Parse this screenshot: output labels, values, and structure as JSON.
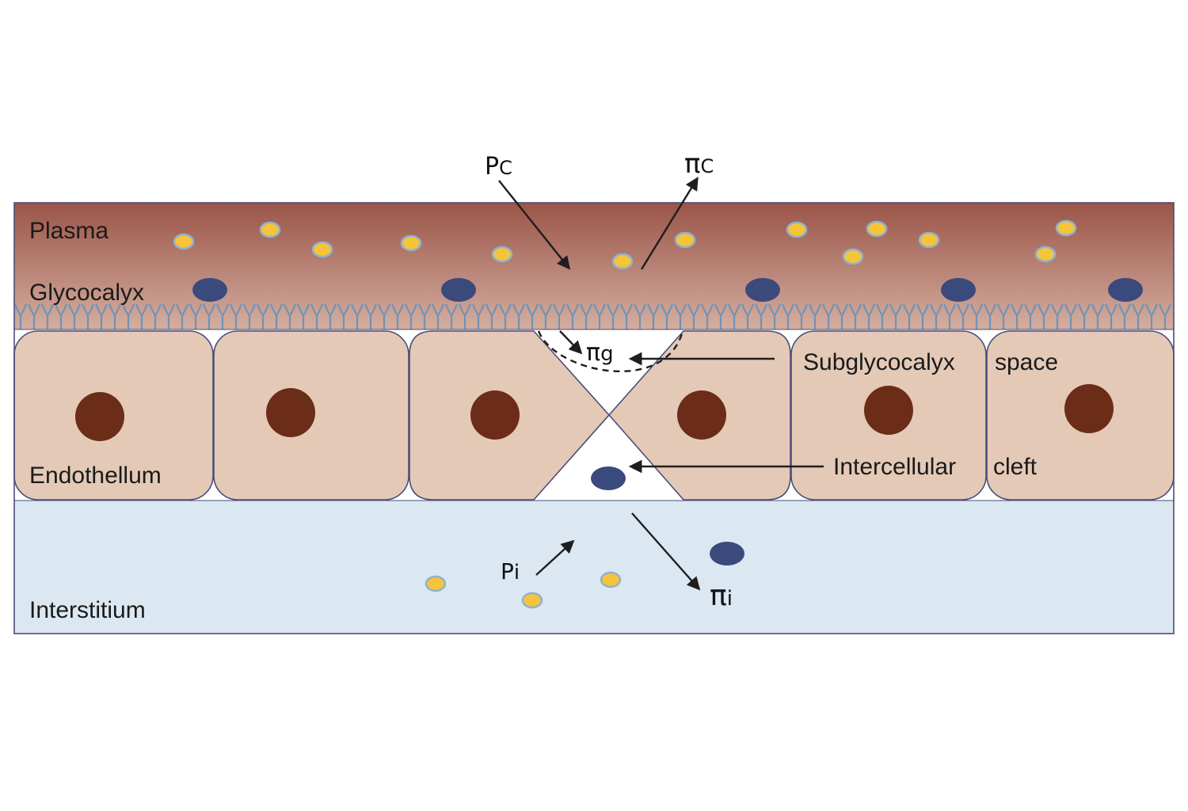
{
  "labels": {
    "plasma": "Plasma",
    "glycocalyx": "Glycocalyx",
    "endothelium": "Endothellum",
    "interstitium": "Interstitium",
    "subglycocalyx_1": "Subglycocalyx",
    "subglycocalyx_2": "space",
    "intercellular_1": "Intercellular",
    "intercellular_2": "cleft"
  },
  "forces": {
    "pc": {
      "symbol": "P",
      "subscript": "C"
    },
    "pi_c": {
      "symbol": "π",
      "subscript": "C"
    },
    "pi_g": {
      "symbol": "π",
      "subscript": "g"
    },
    "p_i": {
      "symbol": "P",
      "subscript": "i"
    },
    "pi_i": {
      "symbol": "π",
      "subscript": "i"
    }
  },
  "colors": {
    "plasma_top": "#9a5548",
    "plasma_bottom": "#d4aea0",
    "glycocalyx": "#6f93b8",
    "cell_fill": "#e4c9b7",
    "cell_stroke": "#4a4e7a",
    "nucleus": "#6b2c18",
    "interstitium": "#dce8f1",
    "small_particle": "#f6c43a",
    "small_particle_ring": "#8fb2cf",
    "large_particle": "#3b4a7c",
    "arrow": "#1e1e1e"
  }
}
